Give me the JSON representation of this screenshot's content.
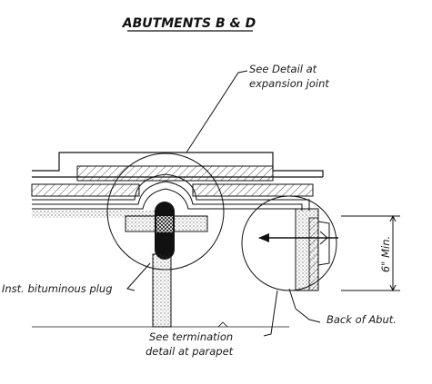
{
  "title": "ABUTMENTS B & D",
  "callouts": {
    "detail_expansion_line1": "See Detail at",
    "detail_expansion_line2": "expansion joint",
    "plug": "Inst. bituminous plug",
    "termination_line1": "See termination",
    "termination_line2": "detail at parapet",
    "back_of_abut": "Back of Abut.",
    "min_dim": "6\" Min."
  }
}
